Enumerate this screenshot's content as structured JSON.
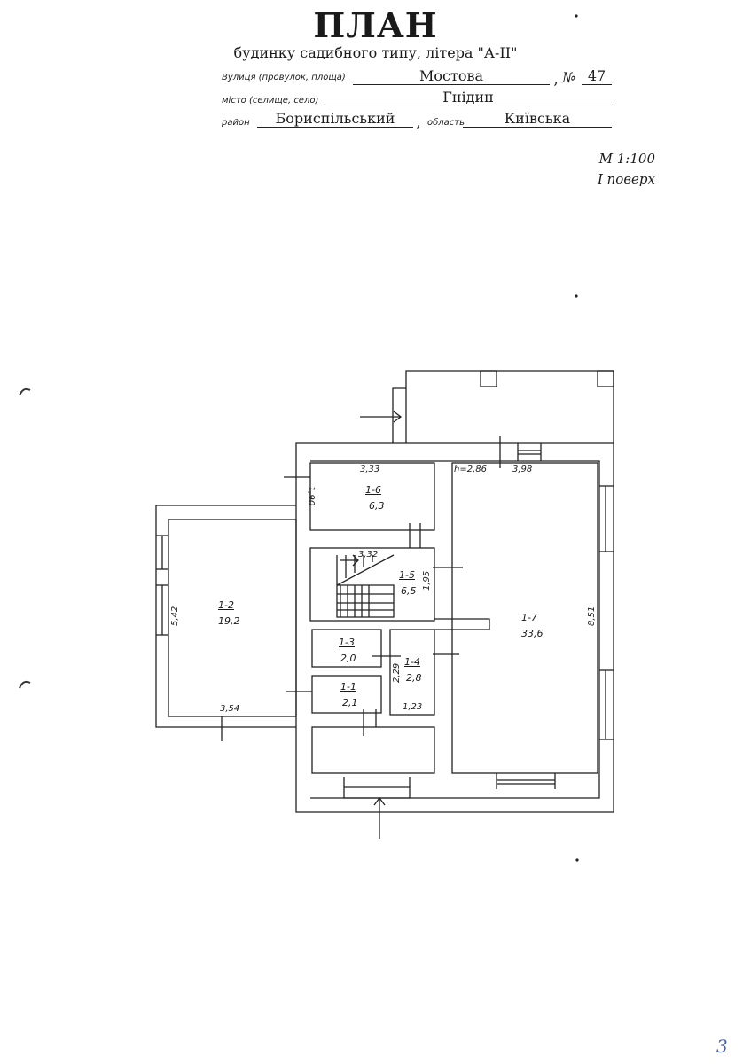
{
  "header": {
    "title": "ПЛАН",
    "subtitle": "будинку садибного типу, літера \"А-ІІ\"",
    "street_label": "Вулиця (провулок, площа)",
    "street_value": "Мостова",
    "number_label": "№",
    "number_value": "47",
    "city_label": "місто (селище, село)",
    "city_value": "Гнідин",
    "district_label": "район",
    "district_value": "Бориспільський",
    "region_label": "область",
    "region_value": "Київська",
    "comma": ","
  },
  "scale": "М 1:100",
  "floor": "І поверх",
  "rooms": [
    {
      "id": "1-1",
      "area": "2,1"
    },
    {
      "id": "1-2",
      "area": "19,2"
    },
    {
      "id": "1-3",
      "area": "2,0"
    },
    {
      "id": "1-4",
      "area": "2,8"
    },
    {
      "id": "1-5",
      "area": "6,5"
    },
    {
      "id": "1-6",
      "area": "6,3"
    },
    {
      "id": "1-7",
      "area": "33,6"
    }
  ],
  "dimensions": {
    "d333": "3,33",
    "d190": "1,90",
    "d332": "3,32",
    "d195": "1,95",
    "d542": "5,42",
    "d354": "3,54",
    "d229": "2,29",
    "d123": "1,23",
    "height": "h=2,86",
    "d398": "3,98",
    "d851": "8,51"
  },
  "page_number": "3"
}
